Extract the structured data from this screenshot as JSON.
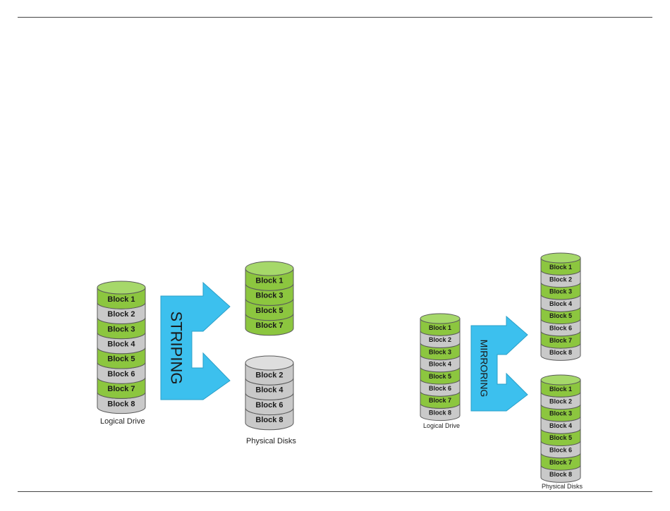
{
  "colors": {
    "green": "#8cc63f",
    "green_top": "#a6d86a",
    "gray": "#c9c9c9",
    "gray_top": "#dedede",
    "arrow": "#3cc0ee",
    "outline": "#5a5a5a"
  },
  "striping": {
    "label": "STRIPING",
    "logical_caption": "Logical Drive",
    "physical_caption": "Physical Disks",
    "logical_blocks": [
      "Block 1",
      "Block 2",
      "Block 3",
      "Block 4",
      "Block 5",
      "Block 6",
      "Block 7",
      "Block 8"
    ],
    "logical_colors": [
      "green",
      "gray",
      "green",
      "gray",
      "green",
      "gray",
      "green",
      "gray"
    ],
    "disk_a_blocks": [
      "Block 1",
      "Block 3",
      "Block 5",
      "Block 7"
    ],
    "disk_a_colors": [
      "green",
      "green",
      "green",
      "green"
    ],
    "disk_b_blocks": [
      "Block 2",
      "Block 4",
      "Block 6",
      "Block 8"
    ],
    "disk_b_colors": [
      "gray",
      "gray",
      "gray",
      "gray"
    ]
  },
  "mirroring": {
    "label": "MIRRORING",
    "logical_caption": "Logical Drive",
    "physical_caption": "Physical Disks",
    "logical_blocks": [
      "Block 1",
      "Block 2",
      "Block 3",
      "Block 4",
      "Block 5",
      "Block 6",
      "Block 7",
      "Block 8"
    ],
    "logical_colors": [
      "green",
      "gray",
      "green",
      "gray",
      "green",
      "gray",
      "green",
      "gray"
    ],
    "disk_a_blocks": [
      "Block 1",
      "Block 2",
      "Block 3",
      "Block 4",
      "Block 5",
      "Block 6",
      "Block 7",
      "Block 8"
    ],
    "disk_a_colors": [
      "green",
      "gray",
      "green",
      "gray",
      "green",
      "gray",
      "green",
      "gray"
    ],
    "disk_b_blocks": [
      "Block 1",
      "Block 2",
      "Block 3",
      "Block 4",
      "Block 5",
      "Block 6",
      "Block 7",
      "Block 8"
    ],
    "disk_b_colors": [
      "green",
      "gray",
      "green",
      "gray",
      "green",
      "gray",
      "green",
      "gray"
    ]
  }
}
